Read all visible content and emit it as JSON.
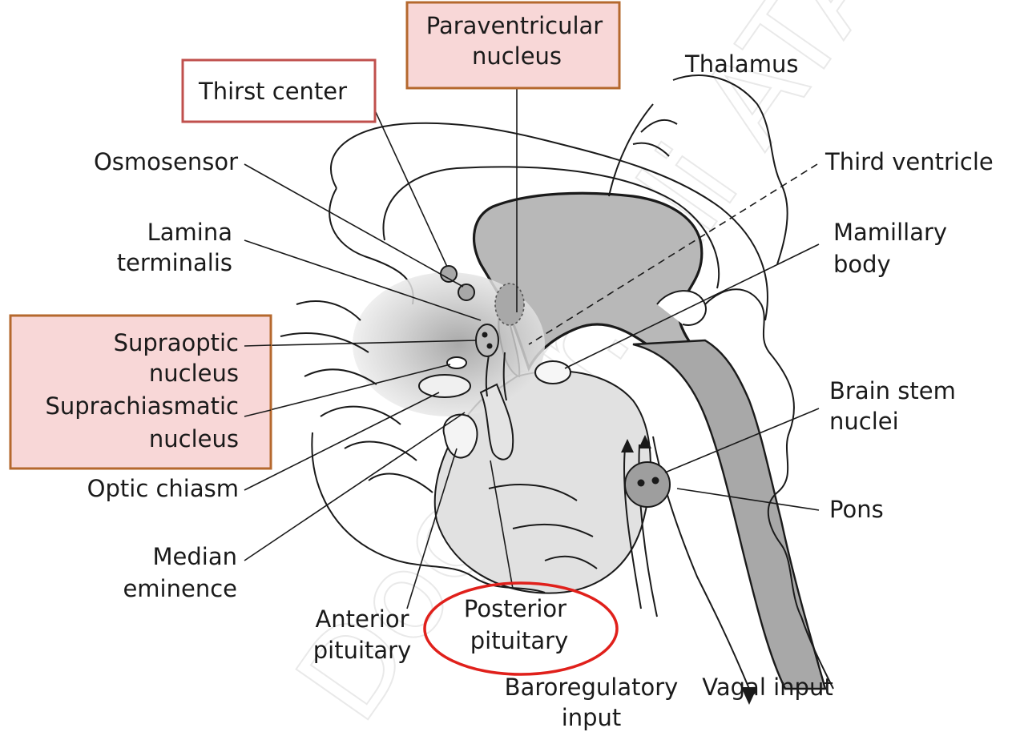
{
  "labels": {
    "paraventricular_line1": "Paraventricular",
    "paraventricular_line2": "nucleus",
    "thalamus": "Thalamus",
    "thirst_center": "Thirst center",
    "third_ventricle": "Third ventricle",
    "osmosensor": "Osmosensor",
    "lamina_line1": "Lamina",
    "lamina_line2": "terminalis",
    "mamillary_line1": "Mamillary",
    "mamillary_line2": "body",
    "supraoptic_line1": "Supraoptic",
    "supraoptic_line2": "nucleus",
    "suprachiasmatic_line1": "Suprachiasmatic",
    "suprachiasmatic_line2": "nucleus",
    "brainstem_line1": "Brain stem",
    "brainstem_line2": "nuclei",
    "optic_chiasm": "Optic chiasm",
    "pons": "Pons",
    "median_line1": "Median",
    "median_line2": "eminence",
    "anterior_line1": "Anterior",
    "anterior_line2": "pituitary",
    "posterior_line1": "Posterior",
    "posterior_line2": "pituitary",
    "baro_line1": "Baroregulatory",
    "baro_line2": "input",
    "vagal": "Vagal input"
  },
  "colors": {
    "red_box_border": "#c0504d",
    "brown_box_border": "#b5682e",
    "pink_fill": "#f8d7d7",
    "red_ellipse": "#e0201b",
    "tissue_gray": "#bdbdbd",
    "dark_gray": "#8c8c8c"
  }
}
